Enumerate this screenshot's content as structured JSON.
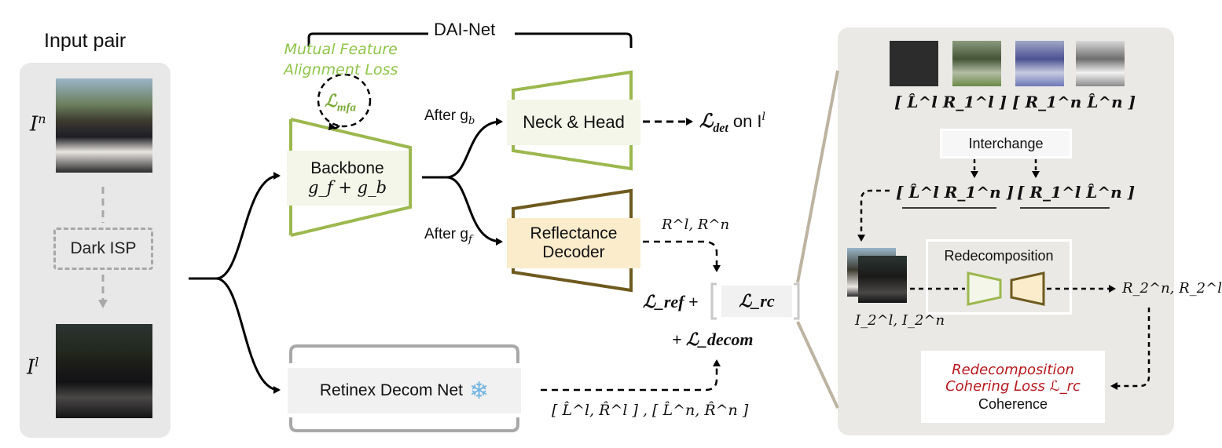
{
  "input_pair": {
    "title": "Input pair",
    "normal_label": "I",
    "normal_sup": "n",
    "low_label": "I",
    "low_sup": "l",
    "isp_label": "Dark ISP"
  },
  "dai_net": {
    "title": "DAI-Net",
    "mfa_loss_title_line1": "Mutual Feature",
    "mfa_loss_title_line2": "Alignment Loss",
    "mfa_symbol": "ℒ",
    "mfa_sub": "mfa",
    "backbone_line1": "Backbone",
    "backbone_line2": "g_f + g_b",
    "after_gb": "After g",
    "after_gb_sub": "b",
    "after_gf": "After g",
    "after_gf_sub": "f",
    "neck_head": "Neck & Head",
    "det_loss_symbol": "ℒ",
    "det_loss_sub": "det",
    "det_on": "on I",
    "det_on_sup": "l",
    "refl_line1": "Reflectance",
    "refl_line2": "Decoder",
    "refl_out": "R^l, R^n",
    "retinex": "Retinex Decom Net",
    "retinex_out": "[ L̂^l, R̂^l ] , [ L̂^n, R̂^n ]",
    "ref_loss": "ℒ_ref +",
    "rc_loss": "ℒ_rc",
    "decom_loss": "+ ℒ_decom"
  },
  "right_panel": {
    "top_brackets": "[ L̂^l   R_1^l ]  [ R_1^n   L̂^n ]",
    "interchange": "Interchange",
    "mid_left": "[ L̂^l   R_1^n ]",
    "mid_right": "[ R_1^l   L̂^n ]",
    "redecomposition": "Redecomposition",
    "inputs_label": "I_2^l, I_2^n",
    "outputs_label": "R_2^n, R_2^l",
    "loss_line1": "Redecomposition",
    "loss_line2": "Cohering Loss ℒ_rc",
    "coherence": "Coherence"
  },
  "colors": {
    "green": "#9cb84e",
    "brown": "#6e5a1e",
    "panel_gray": "#ececec",
    "loss_red": "#b8181e",
    "mfa_green": "#7bab3a",
    "refl_fill": "#fbeccc",
    "backbone_fill": "#f3f6e8"
  }
}
